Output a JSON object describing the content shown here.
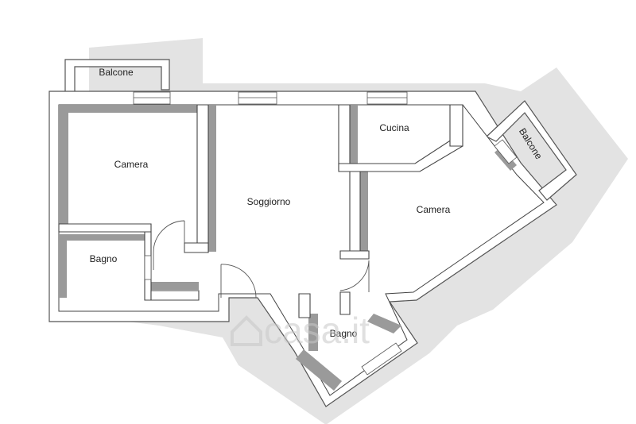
{
  "plan": {
    "rooms": {
      "balcone_top": "Balcone",
      "camera_left": "Camera",
      "soggiorno": "Soggiorno",
      "cucina": "Cucina",
      "balcone_right": "Balcone",
      "camera_right": "Camera",
      "bagno_left": "Bagno",
      "bagno_bottom": "Bagno"
    },
    "colors": {
      "wall": "#ffffff",
      "wall_stroke": "#555555",
      "shadow": "#9a9a9a",
      "shadow_light": "#e3e3e3",
      "floor": "#ffffff"
    }
  },
  "watermark": {
    "text": "casa.it",
    "icon": "house-icon"
  }
}
